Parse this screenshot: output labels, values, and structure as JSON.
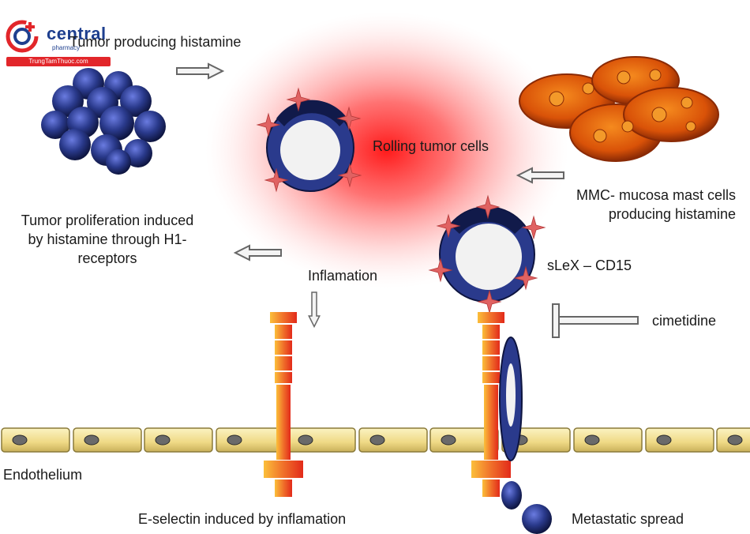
{
  "logo": {
    "brand": "central",
    "sub": "pharmacy",
    "bar_text": "TrungTamThuoc.com"
  },
  "labels": {
    "tumor_histamine": "Tumor producing histamine",
    "rolling": "Rolling tumor cells",
    "mmc_line1": "MMC- mucosa mast cells",
    "mmc_line2": "producing histamine",
    "prolif_line1": "Tumor proliferation induced",
    "prolif_line2": "by histamine through H1-",
    "prolif_line3": "receptors",
    "inflamation": "Inflamation",
    "slex": "sLeX – CD15",
    "cimetidine": "cimetidine",
    "endothelium": "Endothelium",
    "eselectin": "E-selectin induced by inflamation",
    "metastatic": "Metastatic spread"
  },
  "colors": {
    "cell_blue": "#2a3a8c",
    "cell_dark": "#111a4a",
    "nucleus": "#f2f2f2",
    "star": "#e06060",
    "glow": "#ff3030",
    "mast_orange": "#e0640a",
    "mast_dark": "#8a2a05",
    "endothelium": "#f3e6a0",
    "selectin_a": "#f7a21b",
    "selectin_b": "#e83a1c",
    "arrow": "#666666"
  }
}
